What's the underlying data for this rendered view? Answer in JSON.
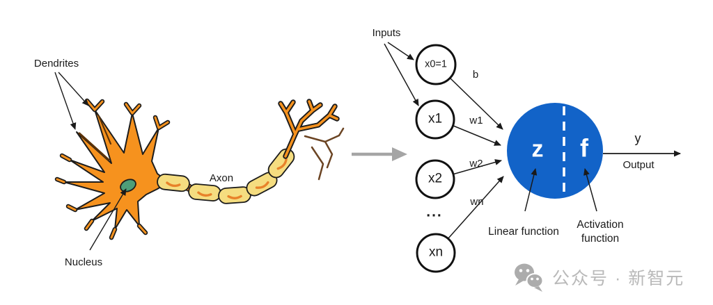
{
  "bio": {
    "dendrites_label": "Dendrites",
    "axon_label": "Axon",
    "nucleus_label": "Nucleus"
  },
  "perceptron": {
    "inputs_label": "Inputs",
    "nodes": [
      {
        "label": "x0=1"
      },
      {
        "label": "x1"
      },
      {
        "label": "x2"
      },
      {
        "label": "xn"
      }
    ],
    "ellipsis": "...",
    "weights": [
      {
        "label": "b"
      },
      {
        "label": "w1"
      },
      {
        "label": "w2"
      },
      {
        "label": "wn"
      }
    ],
    "soma": {
      "linear_symbol": "z",
      "activation_symbol": "f"
    },
    "output_symbol": "y",
    "output_label": "Output",
    "linear_caption": "Linear function",
    "activation_caption": "Activation function"
  },
  "watermark": {
    "text": "公众号 · 新智元"
  },
  "colors": {
    "neuron_blue": "#1263C8",
    "bio_orange": "#F6921E",
    "myelin_yellow": "#F5DD80",
    "nucleus_green": "#4E9E78",
    "transition_arrow_gray": "#A5A5A5",
    "watermark_gray": "#B9B9B9"
  }
}
